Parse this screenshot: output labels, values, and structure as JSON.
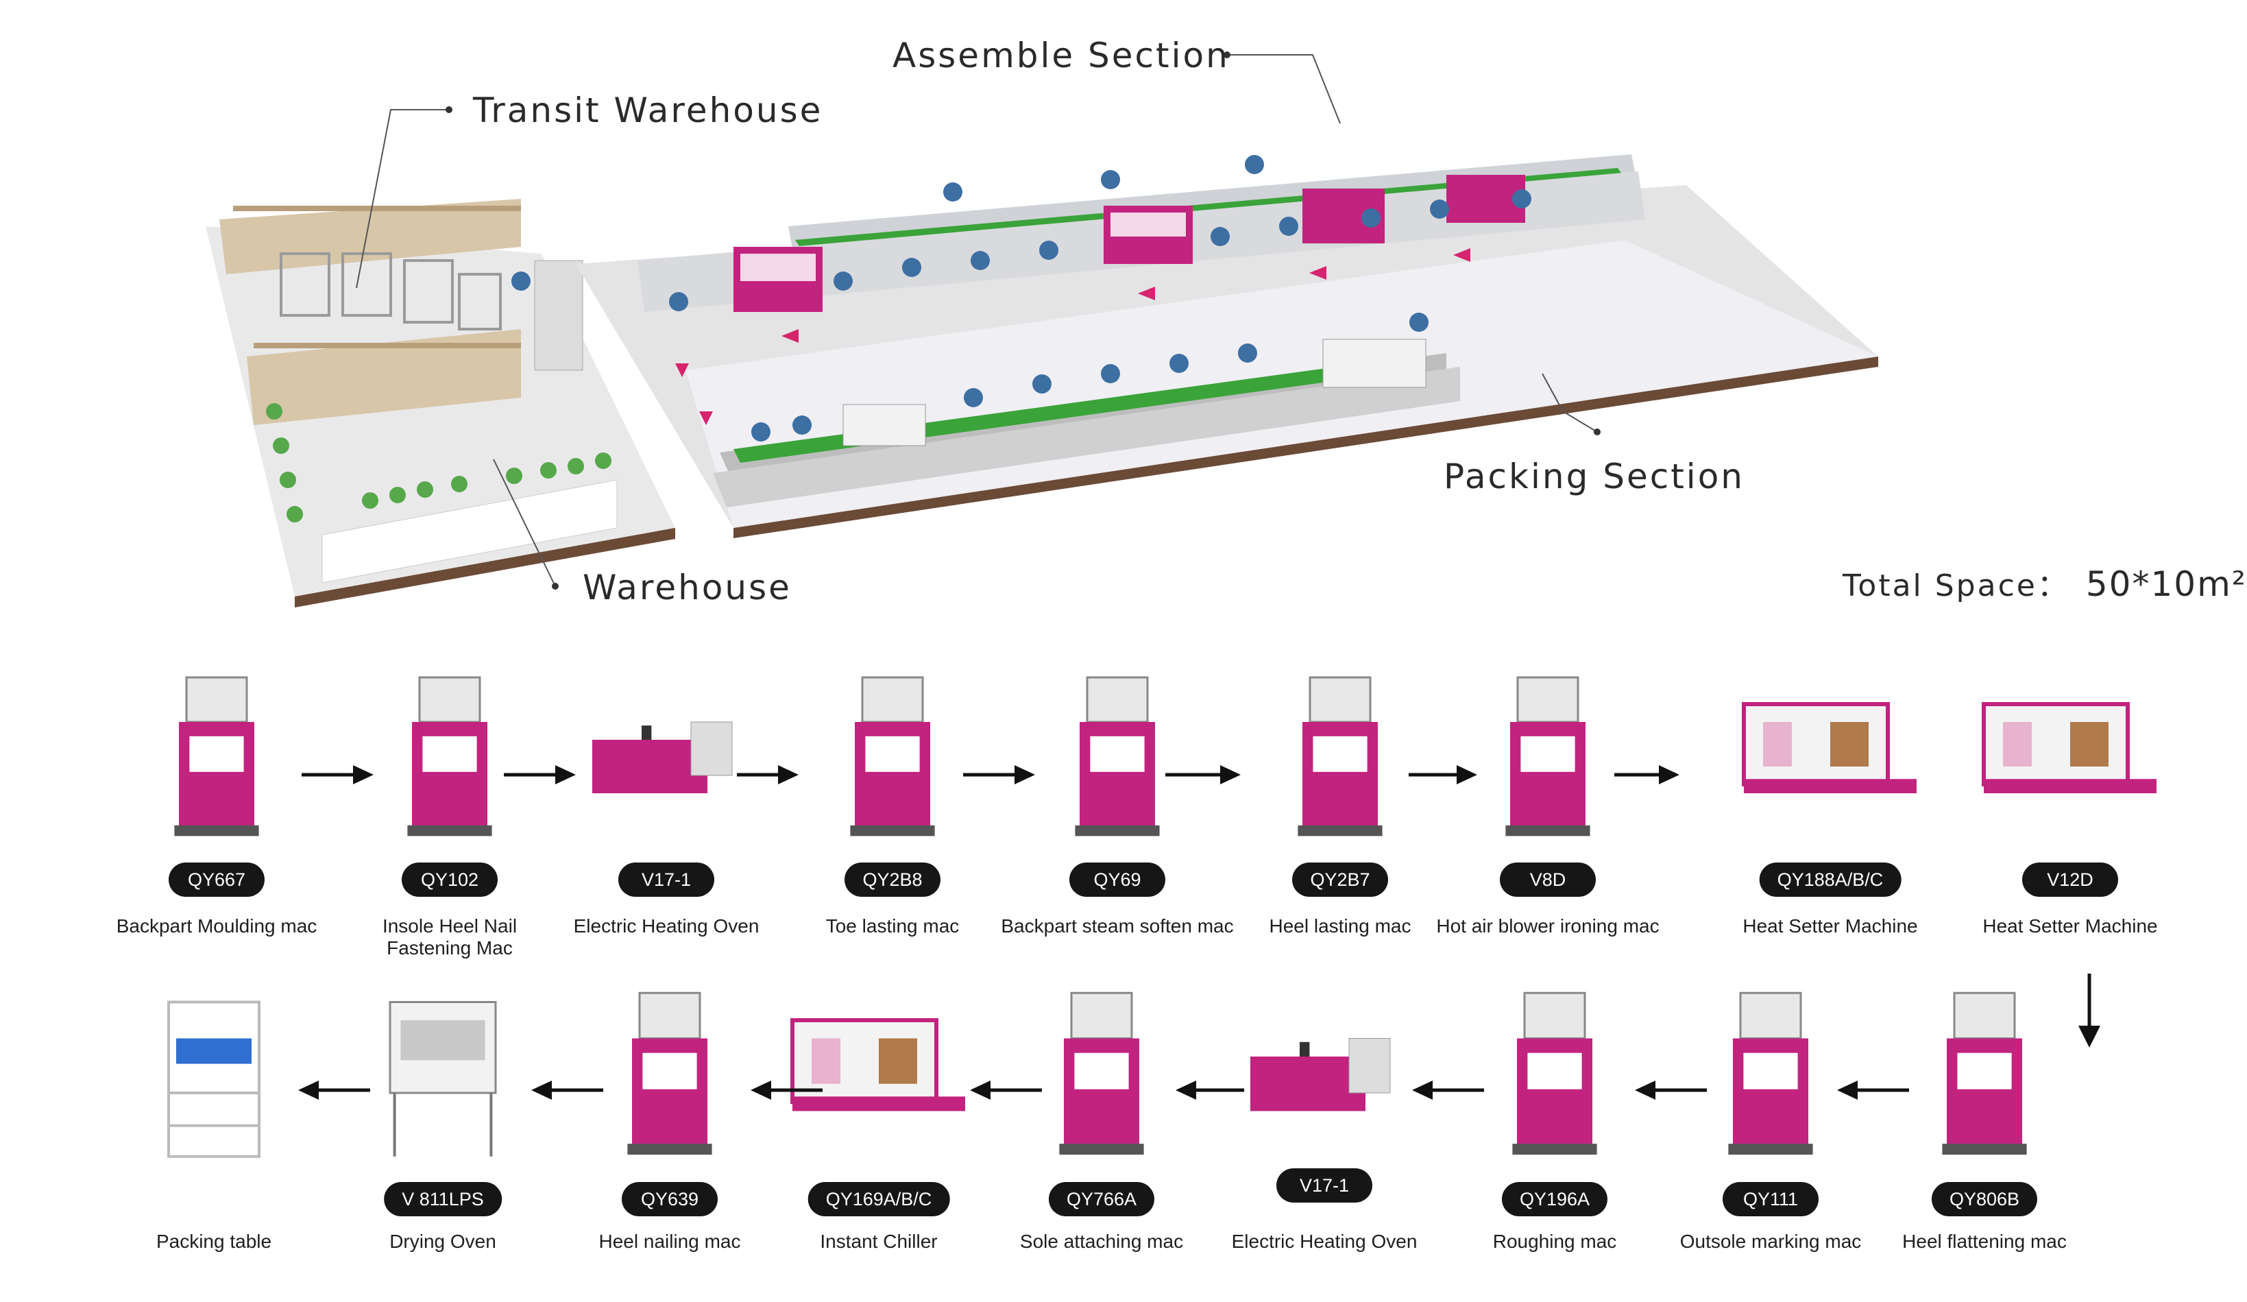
{
  "layout_labels": {
    "assemble": "Assemble Section",
    "transit": "Transit Warehouse",
    "warehouse": "Warehouse",
    "packing": "Packing Section",
    "total_label": "Total Space：",
    "total_value": "50*10m²"
  },
  "colors": {
    "magenta": "#c2237e",
    "green": "#3aa33a",
    "pill": "#161616",
    "floor": "#e4e4e4"
  },
  "row1": [
    {
      "model": "QY667",
      "caption": [
        "Backpart Moulding mac"
      ]
    },
    {
      "model": "QY102",
      "caption": [
        "Insole Heel Nail",
        "Fastening Mac"
      ]
    },
    {
      "model": "V17-1",
      "caption": [
        "Electric Heating Oven"
      ]
    },
    {
      "model": "QY2B8",
      "caption": [
        "Toe lasting mac"
      ]
    },
    {
      "model": "QY69",
      "caption": [
        "Backpart steam soften mac"
      ]
    },
    {
      "model": "QY2B7",
      "caption": [
        "Heel lasting mac"
      ]
    },
    {
      "model": "V8D",
      "caption": [
        "Hot air blower ironing mac"
      ]
    },
    {
      "model": "QY188A/B/C",
      "caption": [
        "Heat  Setter  Machine"
      ]
    },
    {
      "model": "V12D",
      "caption": [
        "Heat  Setter  Machine"
      ]
    }
  ],
  "row2": [
    {
      "model": "QY806B",
      "caption": [
        "Heel flattening mac"
      ]
    },
    {
      "model": "QY111",
      "caption": [
        "Outsole marking mac"
      ]
    },
    {
      "model": "QY196A",
      "caption": [
        "Roughing mac"
      ]
    },
    {
      "model": "V17-1",
      "caption": [
        "Electric Heating Oven"
      ]
    },
    {
      "model": "QY766A",
      "caption": [
        "Sole attaching mac"
      ]
    },
    {
      "model": "QY169A/B/C",
      "caption": [
        "Instant Chiller"
      ]
    },
    {
      "model": "QY639",
      "caption": [
        "Heel nailing mac"
      ]
    },
    {
      "model": "V 811LPS",
      "caption": [
        "Drying Oven"
      ]
    },
    {
      "model": "",
      "caption": [
        "Packing table"
      ]
    }
  ]
}
